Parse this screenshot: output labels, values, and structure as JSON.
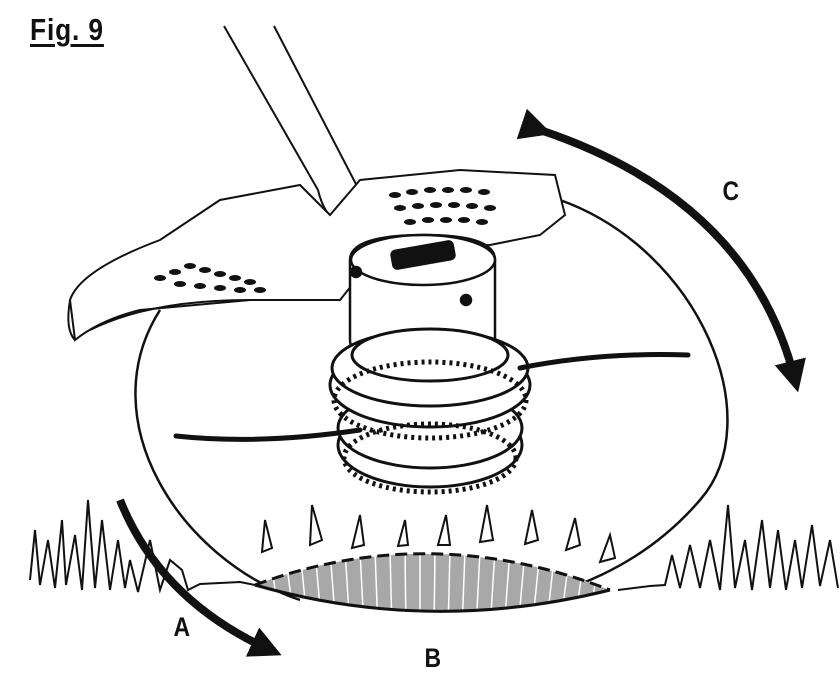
{
  "figure": {
    "title": "Fig. 9",
    "labels": {
      "a": "A",
      "b": "B",
      "c": "C"
    },
    "colors": {
      "ink": "#111111",
      "cut_zone": "#a8a8a8",
      "background": "#ffffff"
    }
  }
}
